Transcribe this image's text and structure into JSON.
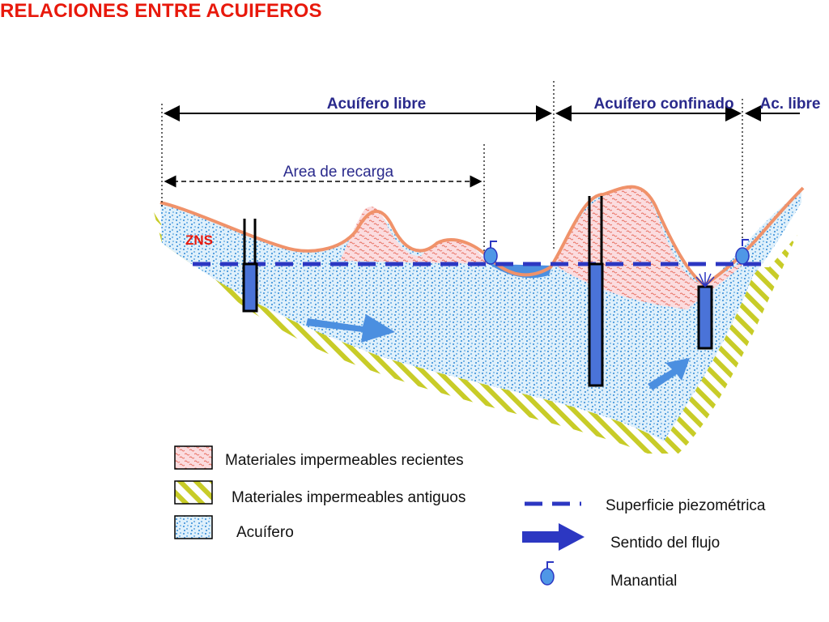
{
  "title": "RELACIONES ENTRE ACUIFEROS",
  "regions": {
    "acuifero_libre": "Acuífero libre",
    "acuifero_confinado": "Acuífero confinado",
    "ac_libre": "Ac. libre",
    "area_recarga": "Area de recarga"
  },
  "zns_label": "ZNS",
  "legend": {
    "recientes": "Materiales impermeables recientes",
    "antiguos": "Materiales impermeables antiguos",
    "acuifero": "Acuífero",
    "piezometrica": "Superficie piezométrica",
    "flujo": "Sentido del flujo",
    "manantial": "Manantial"
  },
  "colors": {
    "title": "#e8190c",
    "labels": "#2a2a8c",
    "aquifer_fill": "#dff0fb",
    "aquifer_dots": "#5aa2df",
    "recent_fill": "#fbdcdf",
    "recent_marks": "#e86d5e",
    "ground_line": "#f0926a",
    "old_stripe": "#c8cc28",
    "piezometric": "#2c37c2",
    "flow_arrow": "#4b8fe0",
    "well_fill": "#4a73d8",
    "spring": "#4f97e6",
    "water": "#4b8fe0"
  },
  "icons": [
    "spring-icon",
    "flow-arrow-icon",
    "well-icon",
    "dimension-arrow-icon"
  ]
}
